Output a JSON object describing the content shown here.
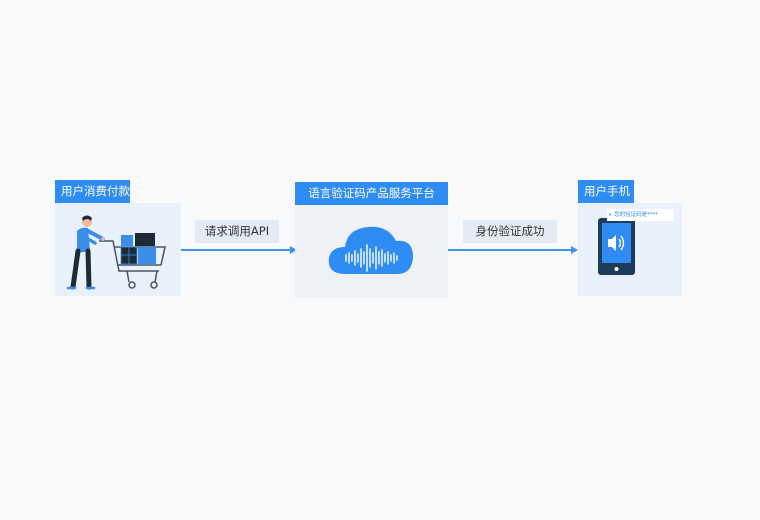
{
  "nodes": {
    "user_payment": {
      "title": "用户消费付款"
    },
    "platform": {
      "title": "语言验证码产品服务平台"
    },
    "user_phone": {
      "title": "用户手机",
      "message": "您的验证码是****"
    }
  },
  "edges": {
    "request_api": {
      "label": "请求调用API"
    },
    "verify_success": {
      "label": "身份验证成功"
    }
  },
  "colors": {
    "accent": "#2f8cf3",
    "panel_blue": "#e8f1fc",
    "panel_gray": "#eef1f5",
    "label_bg": "#e4ebf5",
    "phone_dark": "#1e3c5a"
  }
}
